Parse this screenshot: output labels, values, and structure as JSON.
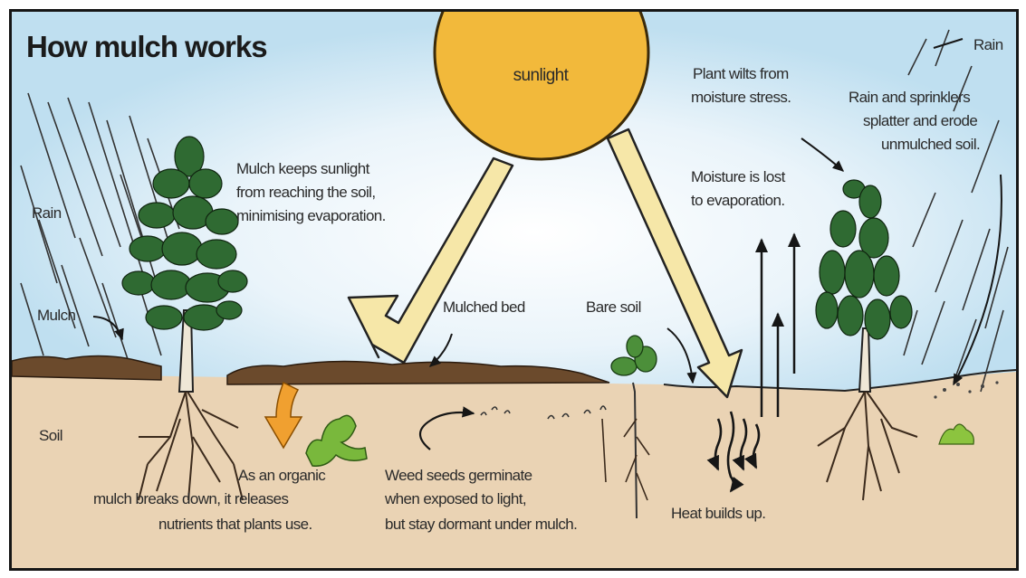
{
  "title": "How mulch works",
  "labels": {
    "sunlight": "sunlight",
    "rain_left": "Rain",
    "rain_right": "Rain",
    "mulch": "Mulch",
    "soil": "Soil",
    "mulch_keeps": [
      "Mulch keeps sunlight",
      "from reaching the soil,",
      "minimising evaporation."
    ],
    "mulched_bed": "Mulched bed",
    "bare_soil": "Bare soil",
    "plant_wilts": [
      "Plant wilts from",
      "moisture stress."
    ],
    "rain_splatter": [
      "Rain and sprinklers",
      "splatter and erode",
      "unmulched soil."
    ],
    "moisture_lost": [
      "Moisture is lost",
      "to evaporation."
    ],
    "organic": [
      "As an organic",
      "mulch breaks down, it releases",
      "nutrients that plants use."
    ],
    "weed_seeds": [
      "Weed seeds germinate",
      "when exposed to light,",
      "but stay dormant under mulch."
    ],
    "heat": "Heat builds up."
  },
  "colors": {
    "sky_top": "#bfdff0",
    "sky_glow": "#ffffff",
    "sun": "#f2b93b",
    "sun_edge": "#3a2a0a",
    "ray": "#f6e7a8",
    "soil": "#ead3b4",
    "mulch": "#6b4a2c",
    "leaf": "#2f6a32",
    "leaf_light": "#79b83c",
    "root": "#3b2a1c",
    "orange": "#f0a030",
    "outline": "#161616"
  }
}
